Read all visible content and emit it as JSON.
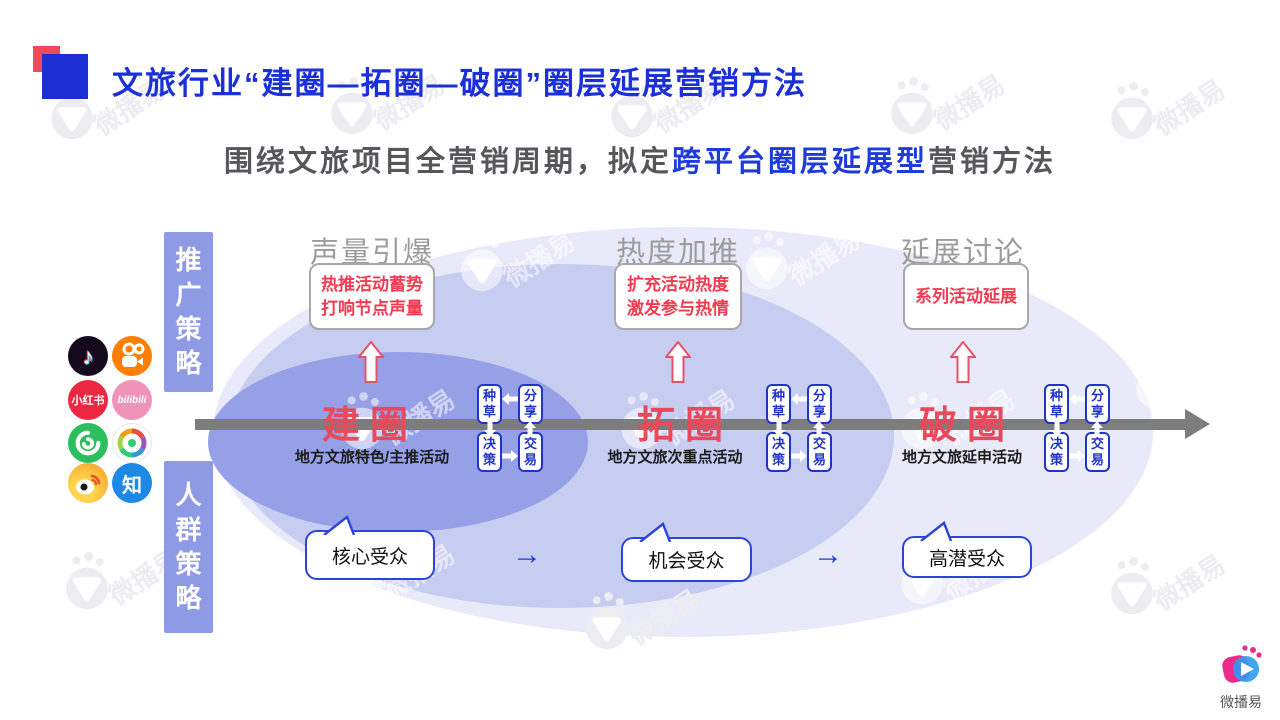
{
  "slide": {
    "title": "文旅行业“建圈—拓圈—破圈”圈层延展营销方法",
    "subtitle": {
      "prefix": "围绕文旅项目全营销周期，拟定",
      "highlight": "跨平台圈层延展型",
      "suffix": "营销方法"
    }
  },
  "sidebar": {
    "promotion_label": "推广策略",
    "audience_label": "人群策略"
  },
  "platforms": [
    {
      "icon": "douyin-icon",
      "glyph": "♪"
    },
    {
      "icon": "kuaishou-icon",
      "glyph": ""
    },
    {
      "icon": "xiaohongshu-icon",
      "glyph": "小红书"
    },
    {
      "icon": "bilibili-icon",
      "glyph": "bilibili"
    },
    {
      "icon": "weishi-icon",
      "glyph": ""
    },
    {
      "icon": "channels-aperture-icon",
      "glyph": ""
    },
    {
      "icon": "weibo-icon",
      "glyph": ""
    },
    {
      "icon": "zhihu-icon",
      "glyph": "知"
    }
  ],
  "stages": {
    "columns": [
      {
        "header": "声量引爆",
        "box_lines": [
          "热推活动蓄势",
          "打响节点声量"
        ]
      },
      {
        "header": "热度加推",
        "box_lines": [
          "扩充活动热度",
          "激发参与热情"
        ]
      },
      {
        "header": "延展讨论",
        "box_lines": [
          "系列活动延展"
        ]
      }
    ]
  },
  "phases": [
    {
      "name": "建圈",
      "desc": "地方文旅特色/主推活动"
    },
    {
      "name": "拓圈",
      "desc": "地方文旅次重点活动"
    },
    {
      "name": "破圈",
      "desc": "地方文旅延申活动"
    }
  ],
  "funnel": {
    "seed": "种草",
    "share": "分享",
    "decide": "决策",
    "trade": "交易"
  },
  "audience": {
    "items": [
      "核心受众",
      "机会受众",
      "高潜受众"
    ],
    "arrow": "→"
  },
  "watermark": {
    "text": "微播易"
  },
  "logo": {
    "brand": "微播易"
  },
  "colors": {
    "accent_blue": "#1a30d9",
    "accent_red": "#e8495b",
    "ellipse_dark": "#95a0e6",
    "ellipse_mid": "#c7ccf1",
    "ellipse_light": "#e8eaf9",
    "sidebar_purple": "#8e9ae4",
    "funnel_blue": "#2034c8",
    "bubble_blue": "#2b45d6",
    "timeline_gray": "#7d7d7d"
  }
}
